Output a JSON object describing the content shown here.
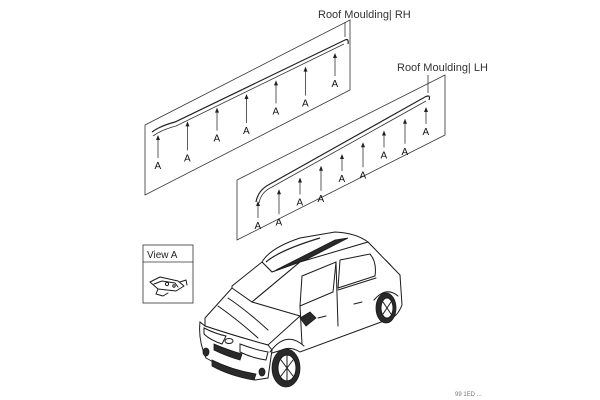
{
  "diagram": {
    "rh_label": "Roof Moulding| RH",
    "lh_label": "Roof Moulding| LH",
    "view_label": "View A",
    "marker": "A",
    "rh_marker_count": 7,
    "lh_marker_count": 9,
    "footer_code": "99 1ED ..."
  }
}
